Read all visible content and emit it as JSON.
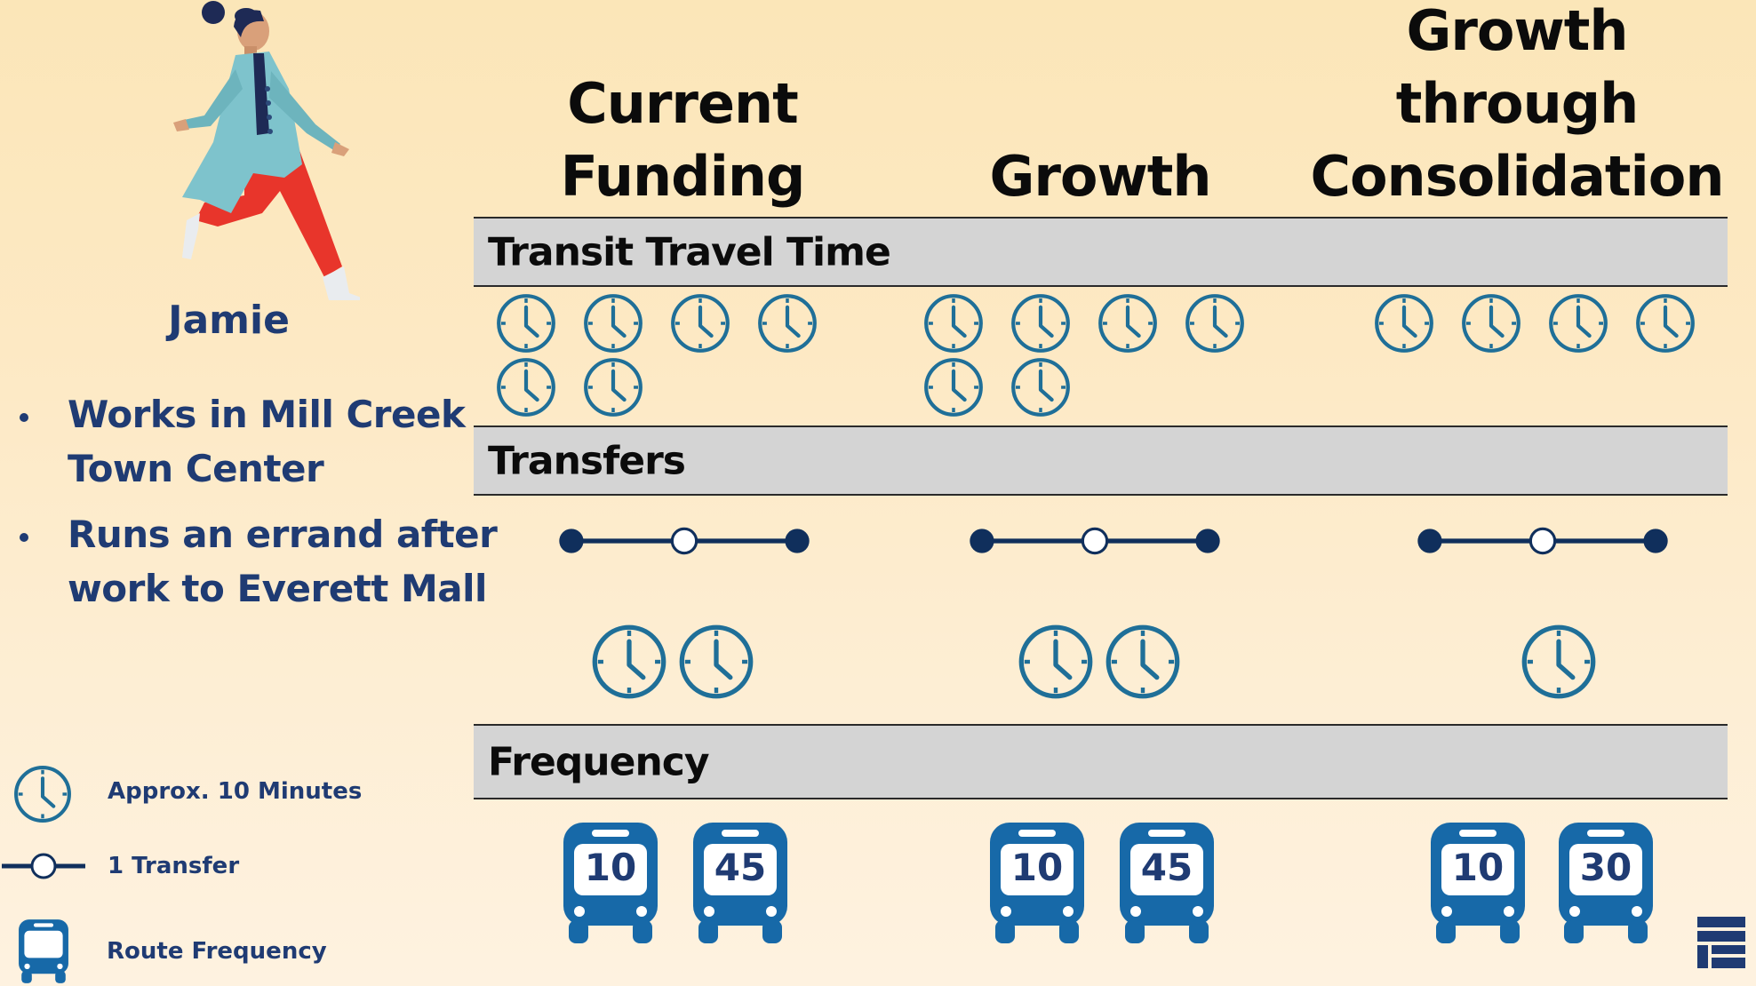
{
  "columns": {
    "current": [
      "Current",
      "Funding"
    ],
    "growth": [
      "Growth"
    ],
    "consolidation": [
      "Growth",
      "through",
      "Consolidation"
    ]
  },
  "bands": {
    "travel_time": "Transit Travel Time",
    "transfers": "Transfers",
    "frequency": "Frequency"
  },
  "persona": {
    "name": "Jamie",
    "bullets": [
      [
        "Works in Mill Creek",
        "Town Center"
      ],
      [
        "Runs an errand after",
        "work to Everett Mall"
      ]
    ]
  },
  "legend": {
    "clock": "Approx. 10 Minutes",
    "transfer": "1 Transfer",
    "bus": "Route Frequency"
  },
  "scenarios": {
    "current": {
      "travel_clocks": 6,
      "transfers": 1,
      "transfer_clocks": 2,
      "bus_frequencies": [
        "10",
        "45"
      ]
    },
    "growth": {
      "travel_clocks": 6,
      "transfers": 1,
      "transfer_clocks": 2,
      "bus_frequencies": [
        "10",
        "45"
      ]
    },
    "consolidation": {
      "travel_clocks": 4,
      "transfers": 1,
      "transfer_clocks": 1,
      "bus_frequencies": [
        "10",
        "30"
      ]
    }
  },
  "icons": {
    "clock": "clock-icon",
    "transfer": "transfer-icon",
    "bus": "bus-icon",
    "logo": "logo-icon",
    "persona": "person-walking-illustration"
  },
  "colors": {
    "clock_blue": "#1f6f98",
    "navy": "#1f3b73",
    "bus_blue": "#1769a8",
    "band_gray": "#d4d4d4"
  }
}
